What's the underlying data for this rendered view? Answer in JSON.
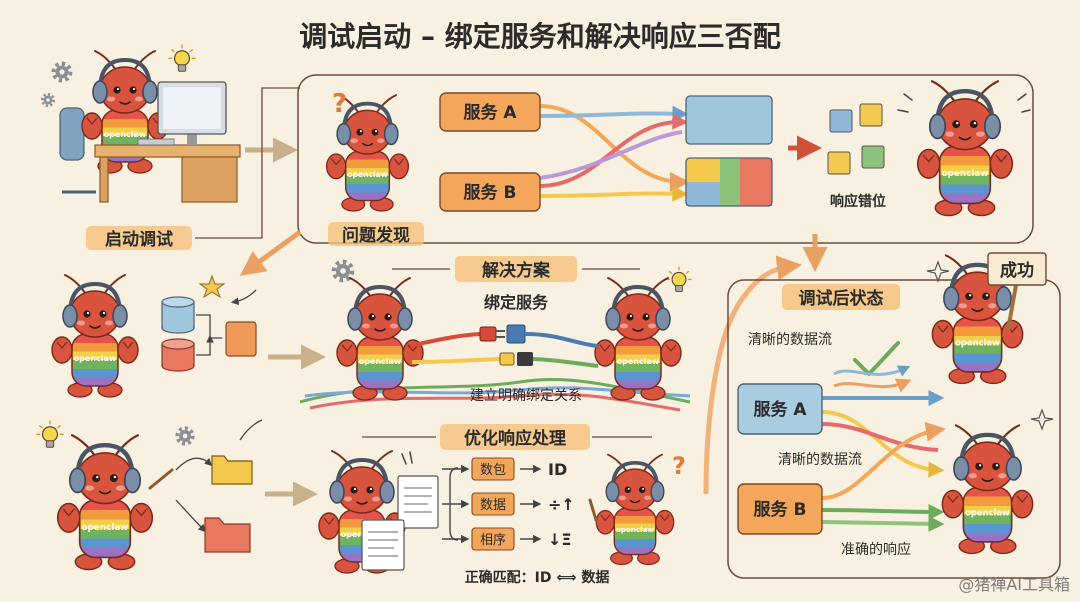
{
  "title": "调试启动 – 绑定服务和解决响应三否配",
  "sections": {
    "start": {
      "label": "启动调试"
    },
    "problem": {
      "label": "问题发现",
      "question": "?",
      "service_a": "服务 A",
      "service_b": "服务 B",
      "result": "响应错位"
    },
    "solution": {
      "label": "解决方案",
      "subtitle": "绑定服务",
      "caption": "建立明确绑定关系"
    },
    "after": {
      "label": "调试后状态",
      "sign": "成功",
      "flow_top": "清晰的数据流",
      "service_a": "服务 A",
      "flow_mid": "清晰的数据流",
      "service_b": "服务 B",
      "caption": "准确的响应"
    },
    "optimize": {
      "label": "优化响应处理",
      "question": "?",
      "rows": [
        {
          "tag": "数包",
          "result": "ID"
        },
        {
          "tag": "数据",
          "result": "÷↑"
        },
        {
          "tag": "相序",
          "result": "↓Ξ"
        }
      ],
      "match": "正确匹配：ID ⟺ 数据"
    }
  },
  "characters": {
    "shirt_text": "openclaw"
  },
  "watermark": "@猪禅AI工具箱",
  "colors": {
    "background": "#f8f0e0",
    "highlight": "#f6c27a",
    "service_orange": "#f4a65a",
    "service_blue": "#a9cce0",
    "lobster_red": "#d9543f"
  },
  "icons": [
    "gear-icon",
    "lightbulb-icon",
    "star-icon",
    "database-icon",
    "folder-icon",
    "plug-icon",
    "puzzle-icon",
    "check-icon",
    "document-icon",
    "question-icon"
  ]
}
